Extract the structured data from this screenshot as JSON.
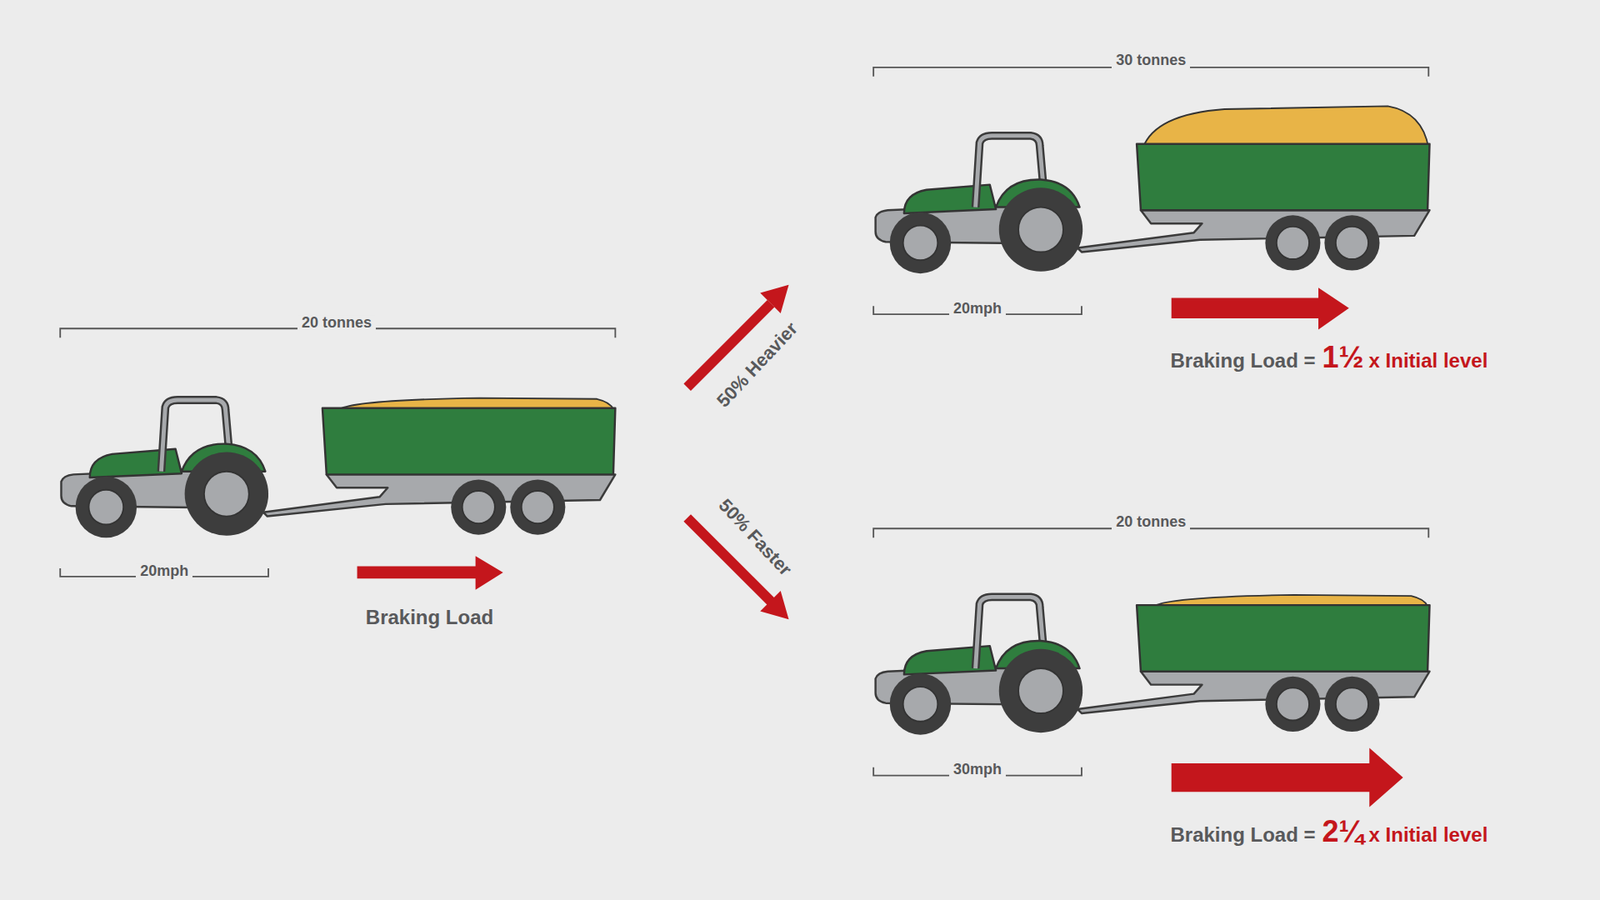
{
  "diagram": {
    "labels": [
      "20 tonnes",
      "20mph",
      "Braking Load",
      "50% Heavier",
      "50% Faster",
      "30 tonnes",
      "20mph",
      "Braking Load =",
      "1½",
      "x Initial level",
      "20 tonnes",
      "30mph",
      "Braking Load =",
      "2¼",
      "x Initial level"
    ]
  }
}
